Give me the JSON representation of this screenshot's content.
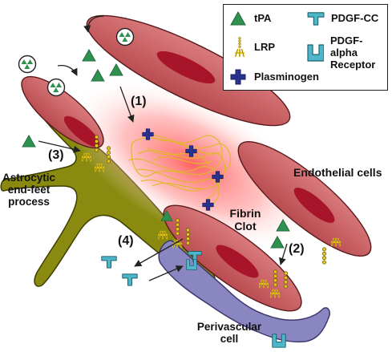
{
  "legend": {
    "tpa": "tPA",
    "lrp": "LRP",
    "pdgf_cc": "PDGF-CC",
    "pdgf_receptor_line1": "PDGF-alpha",
    "pdgf_receptor_line2": "Receptor",
    "plasminogen": "Plasminogen"
  },
  "labels": {
    "step1": "(1)",
    "step2": "(2)",
    "step3": "(3)",
    "step4": "(4)",
    "endothelial": "Endothelial cells",
    "astro_line1": "Astrocytic",
    "astro_line2": "end-feet",
    "astro_line3": "process",
    "fibrin_line1": "Fibrin",
    "fibrin_line2": "Clot",
    "peri_line1": "Perivascular",
    "peri_line2": "cell"
  },
  "colors": {
    "endothelial_fill": "#c85f62",
    "nucleus_fill": "#a8142a",
    "astrocyte_fill": "#8a8a10",
    "perivascular_fill": "#8a86c2",
    "tpa_green": "#2f9150",
    "plasminogen_blue": "#2a3290",
    "receptor_teal": "#4db6c8",
    "lrp_yellow": "#e6c61a",
    "fibrin_yellow": "#e0b82a"
  }
}
